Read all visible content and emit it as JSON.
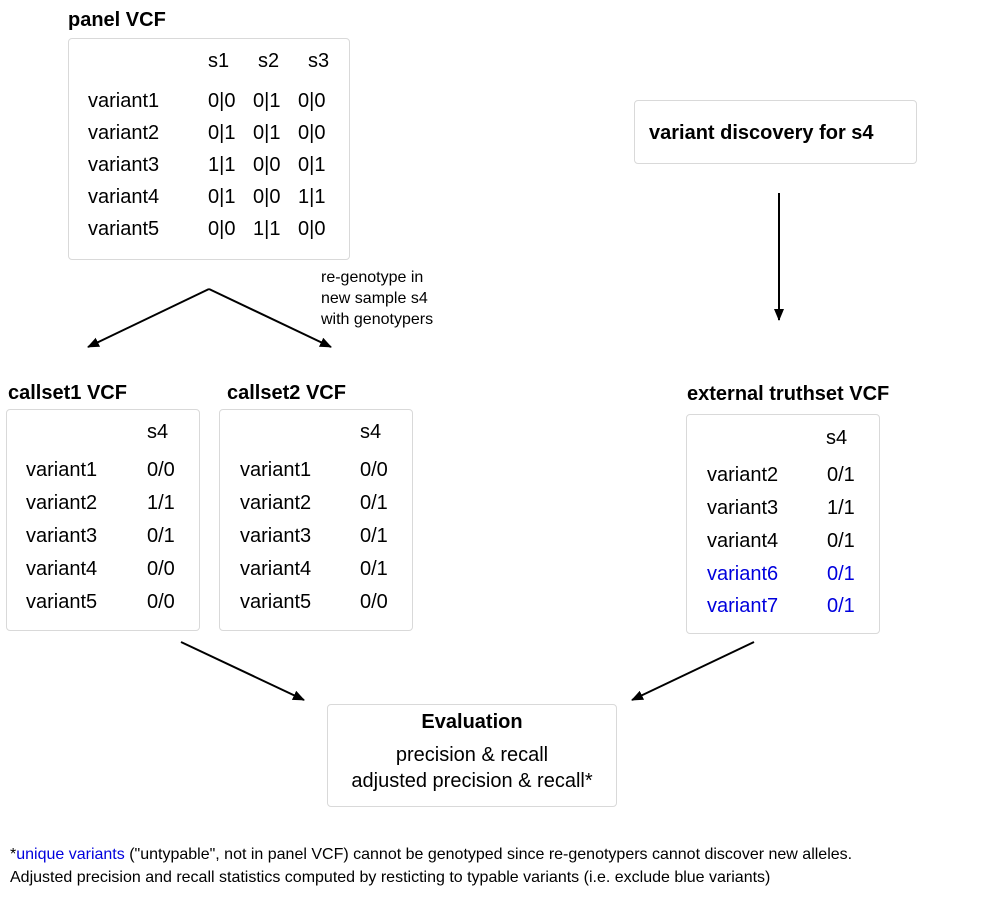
{
  "panel": {
    "title": "panel VCF",
    "samples": [
      "s1",
      "s2",
      "s3"
    ],
    "rows": [
      {
        "variant": "variant1",
        "gt": [
          "0|0",
          "0|1",
          "0|0"
        ]
      },
      {
        "variant": "variant2",
        "gt": [
          "0|1",
          "0|1",
          "0|0"
        ]
      },
      {
        "variant": "variant3",
        "gt": [
          "1|1",
          "0|0",
          "0|1"
        ]
      },
      {
        "variant": "variant4",
        "gt": [
          "0|1",
          "0|0",
          "1|1"
        ]
      },
      {
        "variant": "variant5",
        "gt": [
          "0|0",
          "1|1",
          "0|0"
        ]
      }
    ]
  },
  "regenotype_note": [
    "re-genotype in",
    "new sample s4",
    "with genotypers"
  ],
  "discovery": {
    "label": "variant discovery for s4"
  },
  "callset1": {
    "title": "callset1 VCF",
    "sample": "s4",
    "rows": [
      {
        "variant": "variant1",
        "gt": "0/0"
      },
      {
        "variant": "variant2",
        "gt": "1/1"
      },
      {
        "variant": "variant3",
        "gt": "0/1"
      },
      {
        "variant": "variant4",
        "gt": "0/0"
      },
      {
        "variant": "variant5",
        "gt": "0/0"
      }
    ]
  },
  "callset2": {
    "title": "callset2 VCF",
    "sample": "s4",
    "rows": [
      {
        "variant": "variant1",
        "gt": "0/0"
      },
      {
        "variant": "variant2",
        "gt": "0/1"
      },
      {
        "variant": "variant3",
        "gt": "0/1"
      },
      {
        "variant": "variant4",
        "gt": "0/1"
      },
      {
        "variant": "variant5",
        "gt": "0/0"
      }
    ]
  },
  "truthset": {
    "title": "external truthset VCF",
    "sample": "s4",
    "rows": [
      {
        "variant": "variant2",
        "gt": "0/1"
      },
      {
        "variant": "variant3",
        "gt": "1/1"
      },
      {
        "variant": "variant4",
        "gt": "0/1"
      },
      {
        "variant": "variant6",
        "gt": "0/1"
      },
      {
        "variant": "variant7",
        "gt": "0/1"
      }
    ]
  },
  "evaluation": {
    "title": "Evaluation",
    "line1": "precision & recall",
    "line2": "adjusted precision & recall*"
  },
  "footer": {
    "star": "*",
    "highlight": "unique variants",
    "line1_rest": " (\"untypable\", not in panel VCF) cannot be genotyped since re-genotypers cannot discover new alleles.",
    "line2": "Adjusted precision and recall statistics computed by resticting to typable variants (i.e. exclude blue variants)"
  },
  "colors": {
    "unique_variant": "#0000dd",
    "box_border": "#d9d9d9",
    "arrow": "#000000"
  }
}
